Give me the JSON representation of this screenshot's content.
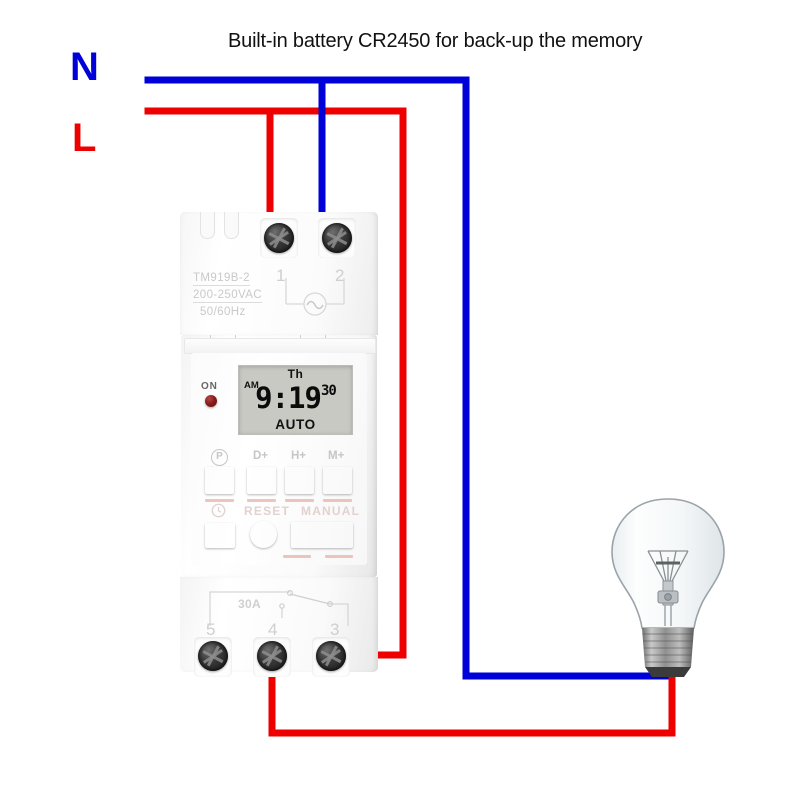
{
  "diagram": {
    "title": "Built-in battery CR2450 for back-up the memory",
    "type": "wiring-diagram"
  },
  "supply": {
    "neutral_label": "N",
    "neutral_color": "#0000d8",
    "line_label": "L",
    "line_color": "#ee0000"
  },
  "device": {
    "model": "TM919B-2",
    "voltage": "200-250VAC",
    "frequency": "50/60Hz",
    "input_terminals": [
      "1",
      "2"
    ],
    "output_terminals": [
      "5",
      "4",
      "3"
    ],
    "contact_rating": "30A"
  },
  "display": {
    "day": "Th",
    "meridiem": "AM",
    "time": "9:19",
    "seconds": "30",
    "mode": "AUTO"
  },
  "indicator": {
    "label": "ON",
    "led_color": "#8d1b1b"
  },
  "buttons": {
    "row1": [
      {
        "label": "P",
        "name": "program-button",
        "style": "circled"
      },
      {
        "label": "D+",
        "name": "day-plus-button",
        "style": "plain"
      },
      {
        "label": "H+",
        "name": "hour-plus-button",
        "style": "plain"
      },
      {
        "label": "M+",
        "name": "minute-plus-button",
        "style": "plain"
      }
    ],
    "row2": [
      {
        "label": "",
        "name": "clock-button",
        "style": "icon"
      },
      {
        "label": "RESET",
        "name": "reset-button",
        "style": "plain"
      },
      {
        "label": "MANUAL",
        "name": "manual-button",
        "style": "plain"
      }
    ],
    "button_color": "#e32b11"
  },
  "load": {
    "name": "light-bulb",
    "type": "incandescent-lamp"
  },
  "wires": [
    {
      "name": "neutral-to-terminal-2",
      "color": "#0000d8",
      "from": "N",
      "to": "terminal-2"
    },
    {
      "name": "neutral-to-lamp",
      "color": "#0000d8",
      "from": "N",
      "to": "lamp-base"
    },
    {
      "name": "line-to-terminal-1",
      "color": "#ee0000",
      "from": "L",
      "to": "terminal-1"
    },
    {
      "name": "line-to-terminal-3",
      "color": "#ee0000",
      "from": "L",
      "to": "terminal-3"
    },
    {
      "name": "terminal-4-to-lamp",
      "color": "#ee0000",
      "from": "terminal-4",
      "to": "lamp-contact"
    }
  ]
}
